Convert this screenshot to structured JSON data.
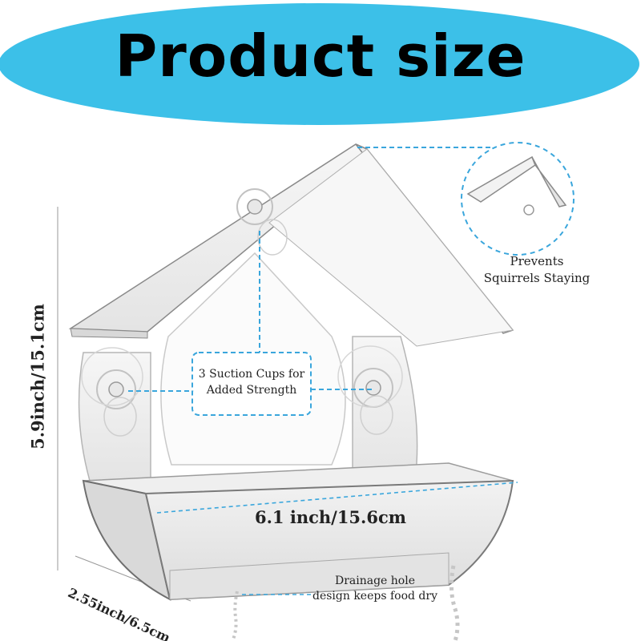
{
  "banner": {
    "title": "Product size",
    "color": "#3cc0e8"
  },
  "dimensions": {
    "height": "5.9inch/15.1cm",
    "width": "6.1 inch/15.6cm",
    "depth": "2.55inch/6.5cm"
  },
  "callouts": {
    "roof_line1": "Prevents",
    "roof_line2": "Squirrels Staying",
    "suction_line1": "3 Suction Cups for",
    "suction_line2": "Added Strength",
    "drain_line1": "Drainage hole",
    "drain_line2": "design keeps food dry"
  },
  "colors": {
    "dashed_line": "#3aa6dc",
    "acrylic_edge": "#7a7a7a"
  }
}
